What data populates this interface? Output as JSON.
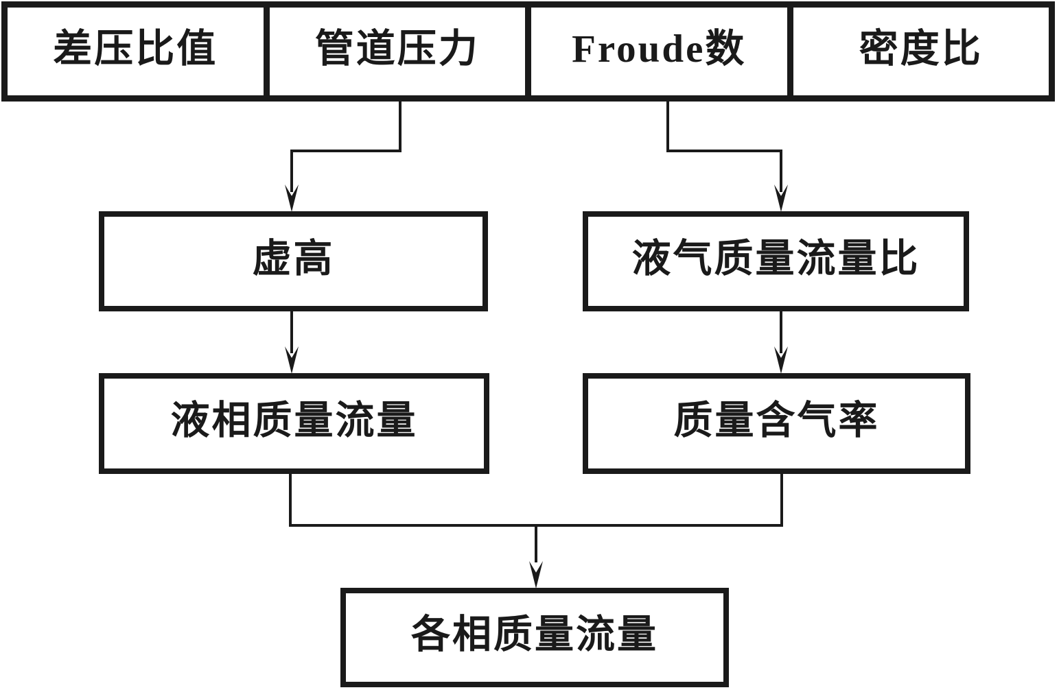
{
  "diagram": {
    "title": "multiphase-flow-measurement-flowchart",
    "inputs": [
      {
        "label": "差压比值"
      },
      {
        "label": "管道压力"
      },
      {
        "label": "Froude数"
      },
      {
        "label": "密度比"
      }
    ],
    "nodes": {
      "virtual_height": "虚高",
      "liquid_gas_mass_flow_ratio": "液气质量流量比",
      "liquid_phase_mass_flow": "液相质量流量",
      "mass_gas_fraction": "质量含气率",
      "phase_mass_flow": "各相质量流量"
    },
    "icons": {
      "arrowhead": "down-chevron-triangle"
    },
    "colors": {
      "line": "#1a1a1a",
      "text": "#1a1a1a",
      "background": "#ffffff"
    }
  }
}
